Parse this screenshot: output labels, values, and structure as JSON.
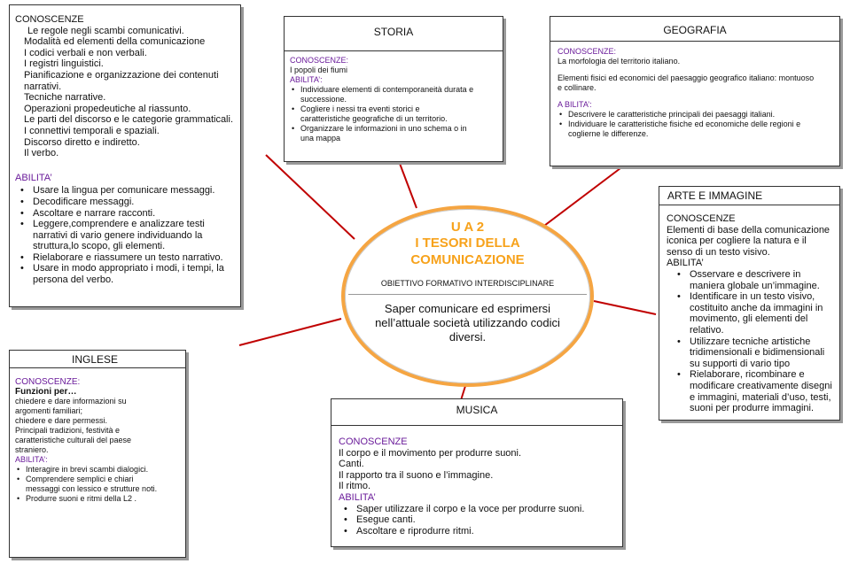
{
  "lingua": {
    "conoscenze_label": "CONOSCENZE",
    "conoscenze": [
      "Le regole negli scambi comunicativi.",
      "Modalità ed elementi della comunicazione",
      "I codici verbali e non verbali.",
      "I registri linguistici.",
      "Pianificazione e organizzazione dei contenuti",
      "narrativi.",
      "Tecniche narrative.",
      "Operazioni propedeutiche al riassunto.",
      "Le parti del discorso e le categorie grammaticali.",
      "I connettivi temporali e spaziali.",
      "Discorso diretto e indiretto.",
      "Il verbo."
    ],
    "abilita_label": "ABILITA’",
    "abilita": [
      [
        "Usare la  lingua per comunicare messaggi."
      ],
      [
        "Decodificare messaggi."
      ],
      [
        "Ascoltare e narrare racconti."
      ],
      [
        "Leggere,comprendere e analizzare testi",
        "narrativi di vario genere individuando la",
        "struttura,lo scopo, gli elementi."
      ],
      [
        "Rielaborare e riassumere un testo narrativo."
      ],
      [
        "Usare in modo appropriato i modi, i tempi, la",
        "persona  del verbo."
      ]
    ]
  },
  "storia": {
    "title": "STORIA",
    "conoscenze_label": "CONOSCENZE:",
    "conoscenze": [
      "I popoli dei fiumi"
    ],
    "abilita_label": "ABILITA’:",
    "abilita": [
      [
        "Individuare elementi di contemporaneità durata e",
        "successione."
      ],
      [
        "Cogliere i nessi tra eventi storici e",
        "caratteristiche geografiche di un territorio."
      ],
      [
        "Organizzare le informazioni in uno schema o in",
        "una mappa"
      ]
    ]
  },
  "geografia": {
    "title": "GEOGRAFIA",
    "conoscenze_label": "CONOSCENZE:",
    "conoscenze": [
      [
        "La morfologia del territorio italiano."
      ],
      [
        "Elementi fisici ed economici del paesaggio geografico italiano: montuoso",
        "e collinare."
      ]
    ],
    "abilita_label": "A BILITA’:",
    "abilita": [
      [
        "Descrivere le caratteristiche principali dei paesaggi italiani."
      ],
      [
        "Individuare le caratteristiche fisiche ed economiche delle regioni e",
        "coglierne le differenze."
      ]
    ]
  },
  "centro": {
    "unit": "U A 2",
    "title_lines": [
      "I TESORI DELLA",
      "COMUNICAZIONE"
    ],
    "objective_label": "OBIETTIVO FORMATIVO INTERDISCIPLINARE",
    "objective_lines": [
      "Saper comunicare ed esprimersi",
      "nell’attuale società utilizzando codici",
      "diversi."
    ]
  },
  "arte": {
    "title": "ARTE E IMMAGINE",
    "conoscenze_label": "CONOSCENZE",
    "conoscenze": [
      "Elementi di base della comunicazione",
      "iconica        per cogliere la natura e il",
      "senso di un testo visivo."
    ],
    "abilita_label": "ABILITA’",
    "abilita": [
      [
        "Osservare e descrivere in",
        "maniera globale un’immagine."
      ],
      [
        "Identificare in un testo visivo,",
        "costituito anche da immagini in",
        "movimento, gli elementi del",
        "relativo."
      ],
      [
        "Utilizzare tecniche artistiche",
        "tridimensionali e bidimensionali",
        "su supporti di vario tipo"
      ],
      [
        "Rielaborare, ricombinare e",
        "modificare creativamente disegni",
        "e immagini, materiali d’uso, testi,",
        "suoni per produrre immagini."
      ]
    ]
  },
  "inglese": {
    "title": "INGLESE",
    "conoscenze_label": "CONOSCENZE:",
    "funzioni_label": "Funzioni per…",
    "conoscenze": [
      "chiedere   e   dare   informazioni         su",
      "argomenti familiari;",
      "chiedere e dare permessi.",
      "Principali        tradizioni,        festività        e",
      "caratteristiche     culturali     del     paese",
      "straniero."
    ],
    "abilita_label": "ABILITA’:",
    "abilita": [
      [
        "Interagire in brevi scambi dialogici."
      ],
      [
        "Comprendere semplici e chiari",
        "messaggi con lessico e strutture noti."
      ],
      [
        "Produrre suoni e ritmi della L2 ."
      ]
    ]
  },
  "musica": {
    "title": "MUSICA",
    "conoscenze_label": "CONOSCENZE",
    "conoscenze": [
      "Il corpo e il movimento per produrre suoni.",
      "Canti.",
      "Il rapporto tra il suono e l’immagine.",
      "Il ritmo."
    ],
    "abilita_label": "ABILITA’",
    "abilita": [
      [
        "Saper utilizzare il corpo e la voce per produrre suoni."
      ],
      [
        "Esegue canti."
      ],
      [
        "Ascoltare e riprodurre ritmi."
      ]
    ]
  },
  "colors": {
    "heading_purple": "#6a1b9a",
    "connector_red": "#c00000",
    "ellipse_orange": "#f5a542",
    "title_orange": "#f7a21b"
  }
}
